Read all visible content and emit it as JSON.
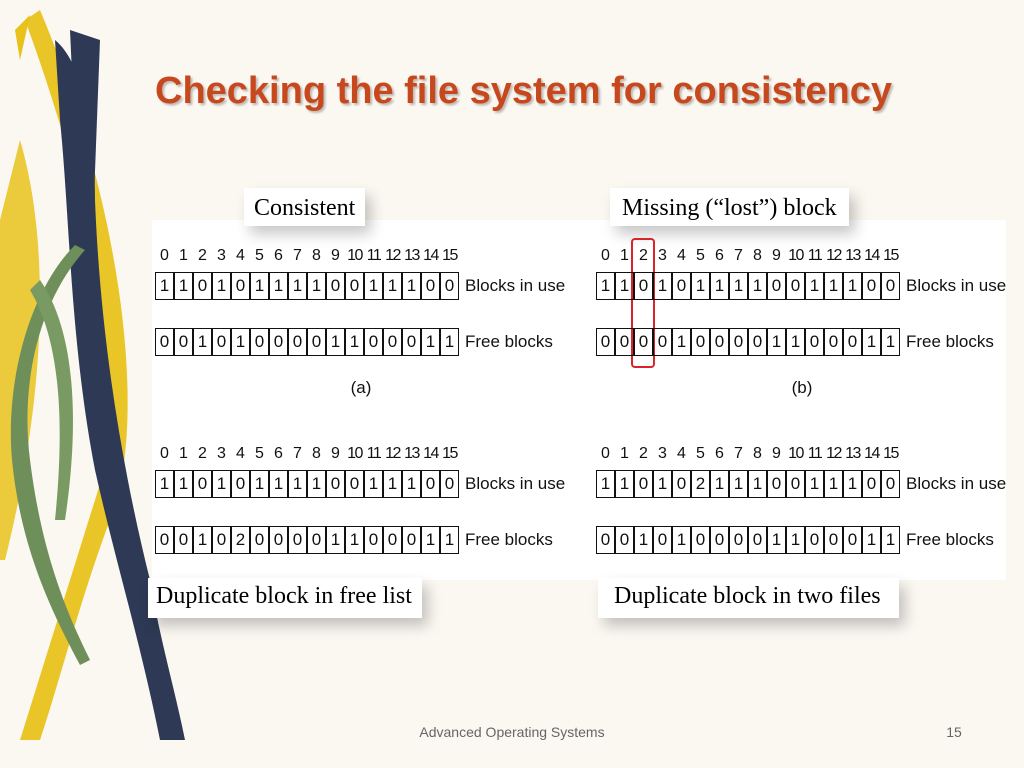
{
  "slide": {
    "title": "Checking the file system for consistency",
    "footer": "Advanced Operating Systems",
    "page_number": "15"
  },
  "labels": {
    "a": "Consistent",
    "b": "Missing (“lost”) block",
    "c": "Duplicate block in free list",
    "d": "Duplicate block in two files"
  },
  "row_labels": {
    "in_use": "Blocks in use",
    "free": "Free blocks"
  },
  "panels": [
    {
      "id": "a",
      "caption": "(a)",
      "indices": [
        "0",
        "1",
        "2",
        "3",
        "4",
        "5",
        "6",
        "7",
        "8",
        "9",
        "10",
        "11",
        "12",
        "13",
        "14",
        "15"
      ],
      "in_use": [
        "1",
        "1",
        "0",
        "1",
        "0",
        "1",
        "1",
        "1",
        "1",
        "0",
        "0",
        "1",
        "1",
        "1",
        "0",
        "0"
      ],
      "free": [
        "0",
        "0",
        "1",
        "0",
        "1",
        "0",
        "0",
        "0",
        "0",
        "1",
        "1",
        "0",
        "0",
        "0",
        "1",
        "1"
      ],
      "highlight_index": null
    },
    {
      "id": "b",
      "caption": "(b)",
      "indices": [
        "0",
        "1",
        "2",
        "3",
        "4",
        "5",
        "6",
        "7",
        "8",
        "9",
        "10",
        "11",
        "12",
        "13",
        "14",
        "15"
      ],
      "in_use": [
        "1",
        "1",
        "0",
        "1",
        "0",
        "1",
        "1",
        "1",
        "1",
        "0",
        "0",
        "1",
        "1",
        "1",
        "0",
        "0"
      ],
      "free": [
        "0",
        "0",
        "0",
        "0",
        "1",
        "0",
        "0",
        "0",
        "0",
        "1",
        "1",
        "0",
        "0",
        "0",
        "1",
        "1"
      ],
      "highlight_index": 2
    },
    {
      "id": "c",
      "caption": "",
      "indices": [
        "0",
        "1",
        "2",
        "3",
        "4",
        "5",
        "6",
        "7",
        "8",
        "9",
        "10",
        "11",
        "12",
        "13",
        "14",
        "15"
      ],
      "in_use": [
        "1",
        "1",
        "0",
        "1",
        "0",
        "1",
        "1",
        "1",
        "1",
        "0",
        "0",
        "1",
        "1",
        "1",
        "0",
        "0"
      ],
      "free": [
        "0",
        "0",
        "1",
        "0",
        "2",
        "0",
        "0",
        "0",
        "0",
        "1",
        "1",
        "0",
        "0",
        "0",
        "1",
        "1"
      ],
      "highlight_index": null
    },
    {
      "id": "d",
      "caption": "",
      "indices": [
        "0",
        "1",
        "2",
        "3",
        "4",
        "5",
        "6",
        "7",
        "8",
        "9",
        "10",
        "11",
        "12",
        "13",
        "14",
        "15"
      ],
      "in_use": [
        "1",
        "1",
        "0",
        "1",
        "0",
        "2",
        "1",
        "1",
        "1",
        "0",
        "0",
        "1",
        "1",
        "1",
        "0",
        "0"
      ],
      "free": [
        "0",
        "0",
        "1",
        "0",
        "1",
        "0",
        "0",
        "0",
        "0",
        "1",
        "1",
        "0",
        "0",
        "0",
        "1",
        "1"
      ],
      "highlight_index": null
    }
  ],
  "colors": {
    "title": "#c8481e",
    "highlight": "#d9252a",
    "background": "#fbf7f1"
  }
}
